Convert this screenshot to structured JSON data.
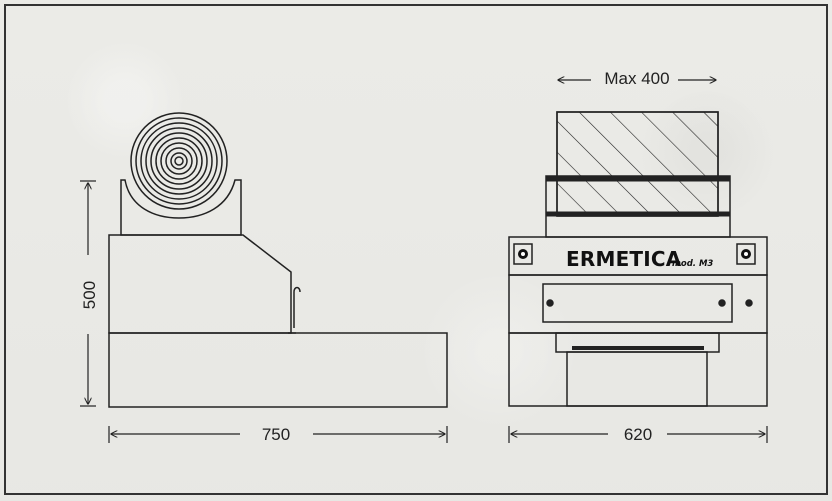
{
  "diagram": {
    "left_view": {
      "dimensions": {
        "height": "500",
        "width": "750"
      }
    },
    "right_view": {
      "dimensions": {
        "max_width": "Max 400",
        "width": "620"
      },
      "label": {
        "brand": "ERMETICA",
        "model": "mod. M3"
      }
    }
  }
}
